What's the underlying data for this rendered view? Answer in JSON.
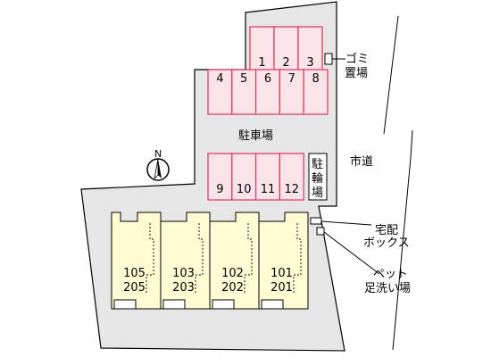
{
  "parking_label": "駐車場",
  "bicycle_label": [
    "駐",
    "輪",
    "場"
  ],
  "road_label": "市道",
  "garbage_label": [
    "ゴミ",
    "置場"
  ],
  "delivery_box_label": [
    "宅配",
    "ボックス"
  ],
  "pet_wash_label": [
    "ペット",
    "足洗い場"
  ],
  "compass_letter": "N",
  "parking_rows": [
    [
      "1",
      "2",
      "3"
    ],
    [
      "4",
      "5",
      "6",
      "7",
      "8"
    ],
    [
      "9",
      "10",
      "11",
      "12"
    ]
  ],
  "units": [
    [
      "105",
      "205"
    ],
    [
      "103",
      "203"
    ],
    [
      "102",
      "202"
    ],
    [
      "101",
      "201"
    ]
  ],
  "colors": {
    "lot": "#e6e6e6",
    "parking_fill": "#fbe3ea",
    "parking_stroke": "#e0305a",
    "building": "#fffbd2"
  }
}
